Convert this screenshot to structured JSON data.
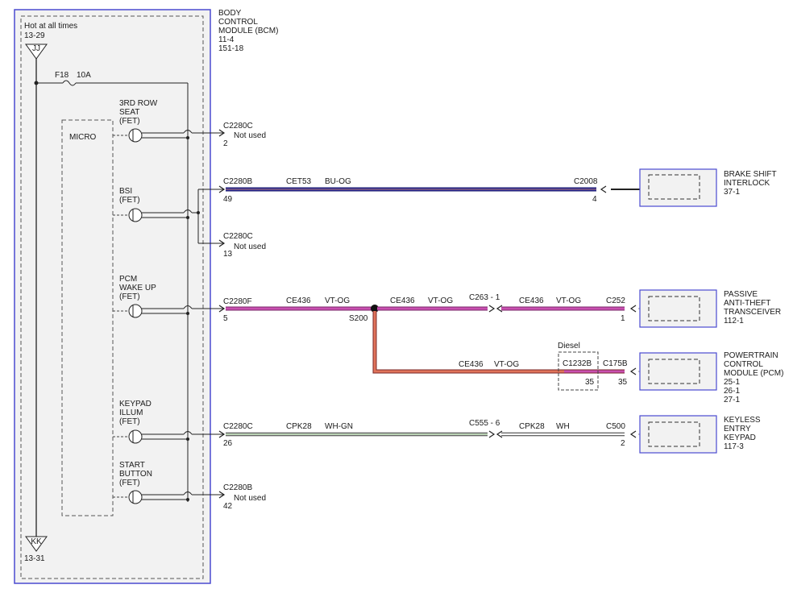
{
  "bcm": {
    "title_lines": [
      "BODY",
      "CONTROL",
      "MODULE (BCM)",
      "11-4",
      "151-18"
    ],
    "hot_label": "Hot at all times",
    "hot_ref": "13-29",
    "top_connector": "JJ",
    "bottom_connector": "KK",
    "bottom_ref": "13-31",
    "fuse_label": "F18",
    "fuse_rating": "10A",
    "micro_label": "MICRO"
  },
  "drivers": [
    {
      "lines": [
        "3RD ROW",
        "SEAT",
        "(FET)"
      ]
    },
    {
      "lines": [
        "BSI",
        "(FET)"
      ]
    },
    {
      "lines": [
        "PCM",
        "WAKE UP",
        "(FET)"
      ]
    },
    {
      "lines": [
        "KEYPAD",
        "ILLUM",
        "(FET)"
      ]
    },
    {
      "lines": [
        "START",
        "BUTTON",
        "(FET)"
      ]
    }
  ],
  "pins": [
    {
      "connector": "C2280C",
      "pin": "2",
      "note": "Not used"
    },
    {
      "connector": "C2280B",
      "pin": "49",
      "note": ""
    },
    {
      "connector": "C2280C",
      "pin": "13",
      "note": "Not used"
    },
    {
      "connector": "C2280F",
      "pin": "5",
      "note": ""
    },
    {
      "connector": "C2280C",
      "pin": "26",
      "note": ""
    },
    {
      "connector": "C2280B",
      "pin": "42",
      "note": "Not used"
    }
  ],
  "wires": {
    "bsi": {
      "circuit": "CET53",
      "color": "BU-OG",
      "dest_connector": "C2008",
      "dest_pin": "4",
      "stroke": "#2b2fa8"
    },
    "pcm_a": {
      "circuit": "CE436",
      "color": "VT-OG",
      "stroke": "#c84fb0"
    },
    "splice": "S200",
    "pcm_b": {
      "circuit": "CE436",
      "color": "VT-OG",
      "inline_connector": "C263 - 1"
    },
    "pcm_c": {
      "circuit": "CE436",
      "color": "VT-OG",
      "dest_connector": "C252",
      "dest_pin": "1"
    },
    "pcm_d": {
      "circuit": "CE436",
      "color": "VT-OG",
      "option_label": "Diesel",
      "option_connector": "C1232B",
      "option_pin": "35",
      "dest_connector": "C175B",
      "dest_pin": "35",
      "branch_stroke": "#e0735a"
    },
    "keypad_a": {
      "circuit": "CPK28",
      "color": "WH-GN",
      "inline_connector": "C555 - 6",
      "stroke": "#4a8a3a"
    },
    "keypad_b": {
      "circuit": "CPK28",
      "color": "WH",
      "dest_connector": "C500",
      "dest_pin": "2"
    }
  },
  "components": [
    {
      "lines": [
        "BRAKE SHIFT",
        "INTERLOCK",
        "37-1"
      ]
    },
    {
      "lines": [
        "PASSIVE",
        "ANTI-THEFT",
        "TRANSCEIVER",
        "112-1"
      ]
    },
    {
      "lines": [
        "POWERTRAIN",
        "CONTROL",
        "MODULE (PCM)",
        "25-1",
        "26-1",
        "27-1"
      ]
    },
    {
      "lines": [
        "KEYLESS",
        "ENTRY",
        "KEYPAD",
        "117-3"
      ]
    }
  ]
}
